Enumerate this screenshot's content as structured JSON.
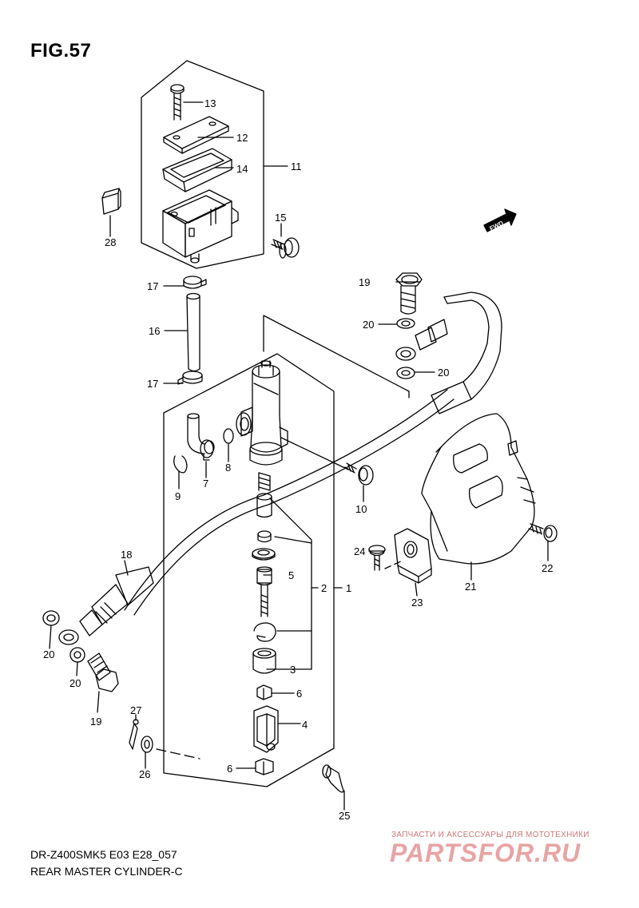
{
  "figure": {
    "title": "FIG.57"
  },
  "footer": {
    "model_code": "DR-Z400SMK5 E03 E28_057",
    "title": "REAR MASTER CYLINDER-C"
  },
  "watermark": {
    "tagline": "ЗАПЧАСТИ И АКСЕССУАРЫ ДЛЯ МОТОТЕХНИКИ",
    "logo": "PARTSFOR.RU"
  },
  "fwd_label": "FWD",
  "callouts": {
    "c1": "1",
    "c2": "2",
    "c3": "3",
    "c4": "4",
    "c5": "5",
    "c6a": "6",
    "c6b": "6",
    "c7": "7",
    "c8": "8",
    "c9": "9",
    "c10": "10",
    "c11": "11",
    "c12": "12",
    "c13": "13",
    "c14": "14",
    "c15": "15",
    "c16": "16",
    "c17a": "17",
    "c17b": "17",
    "c18": "18",
    "c19a": "19",
    "c19b": "19",
    "c20a": "20",
    "c20b": "20",
    "c20c": "20",
    "c20d": "20",
    "c21": "21",
    "c22": "22",
    "c23": "23",
    "c24": "24",
    "c25": "25",
    "c26": "26",
    "c27": "27",
    "c28": "28"
  }
}
